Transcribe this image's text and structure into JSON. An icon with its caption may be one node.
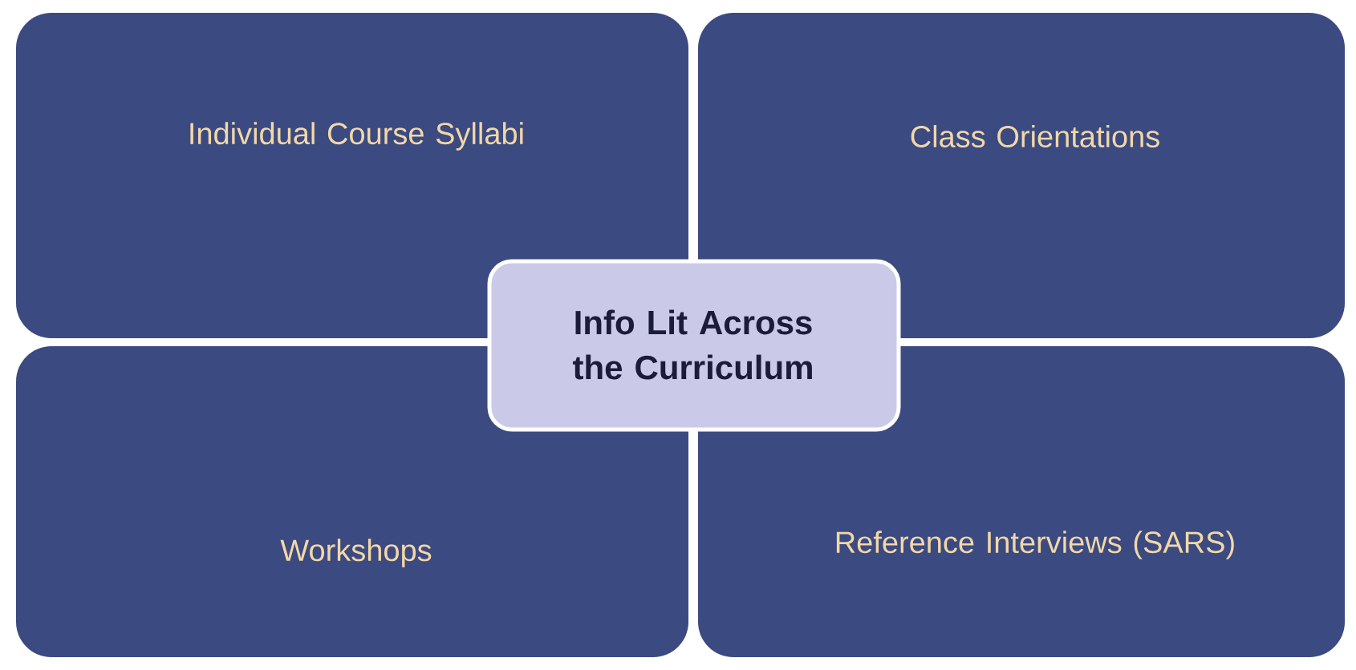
{
  "diagram": {
    "nodes": [
      {
        "text": [
          "Individual Course Syllabi"
        ]
      },
      {
        "text": [
          "Class Orientations"
        ]
      },
      {
        "text": [
          "Info Lit Across the Curriculum"
        ]
      },
      {
        "text": [
          "Workshops"
        ]
      },
      {
        "text": [
          "Reference Interviews (SARS)"
        ]
      }
    ]
  }
}
